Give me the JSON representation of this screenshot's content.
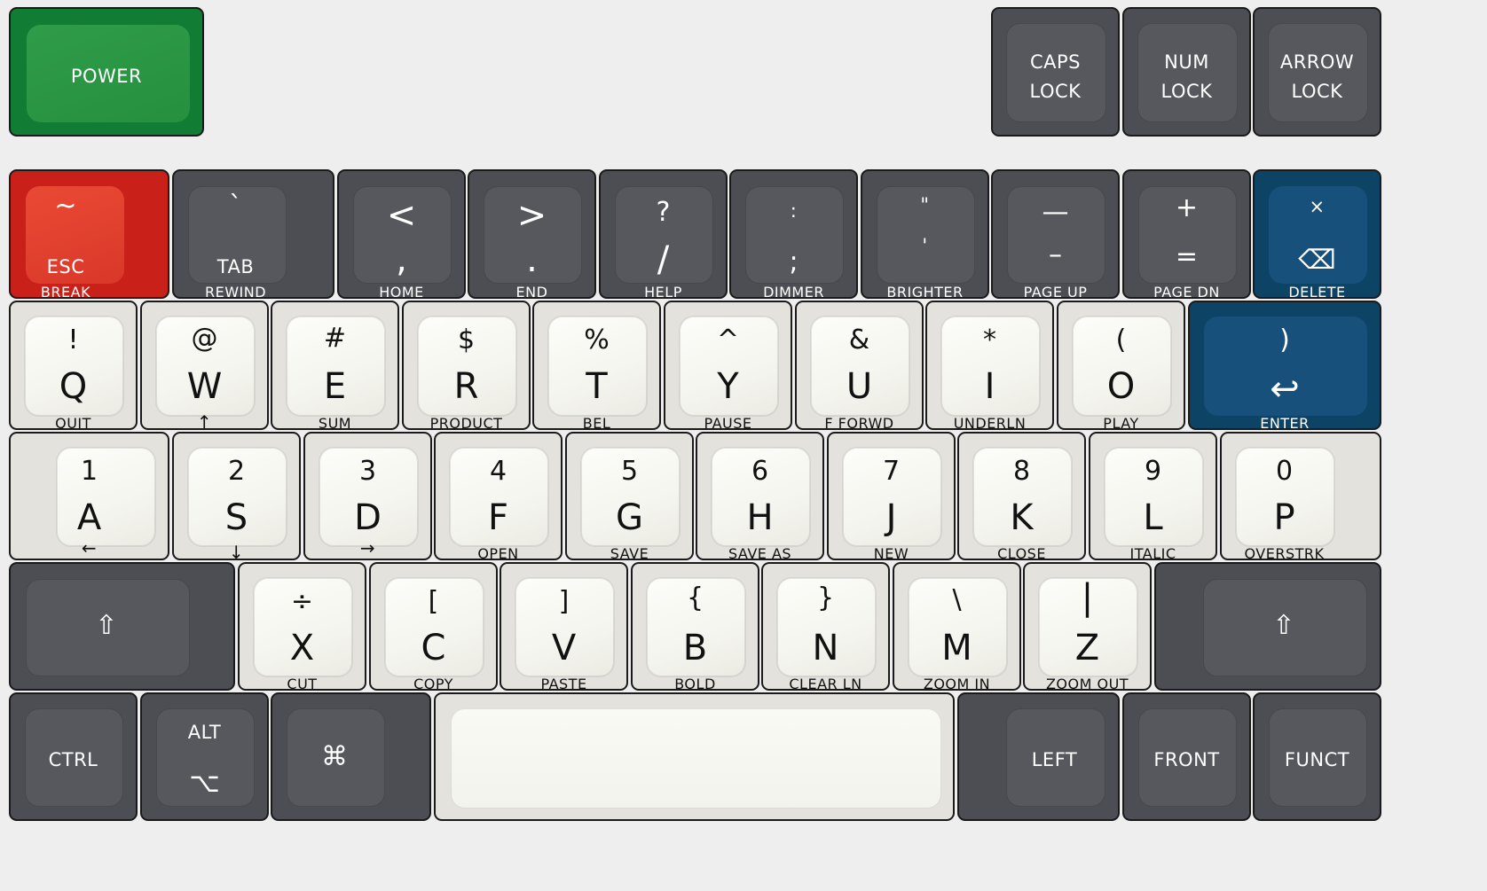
{
  "keyboard": {
    "top": {
      "power": "POWER",
      "caps_lock": [
        "CAPS",
        "LOCK"
      ],
      "num_lock": [
        "NUM",
        "LOCK"
      ],
      "arrow_lock": [
        "ARROW",
        "LOCK"
      ]
    },
    "row1": [
      {
        "top": "~",
        "main": "ESC",
        "bottom": "BREAK"
      },
      {
        "top": "`",
        "main": "TAB",
        "bottom": "REWIND"
      },
      {
        "top": "<",
        "main": ",",
        "bottom": "HOME"
      },
      {
        "top": ">",
        "main": ".",
        "bottom": "END"
      },
      {
        "top": "?",
        "main": "/",
        "bottom": "HELP"
      },
      {
        "top": ":",
        "main": ";",
        "bottom": "DIMMER"
      },
      {
        "top": "\"",
        "main": "'",
        "bottom": "BRIGHTER"
      },
      {
        "top": "—",
        "main": "–",
        "bottom": "PAGE UP"
      },
      {
        "top": "+",
        "main": "=",
        "bottom": "PAGE DN"
      },
      {
        "top": "×",
        "main": "⌫",
        "bottom": "DELETE"
      }
    ],
    "row2": [
      {
        "top": "!",
        "main": "Q",
        "bottom": "QUIT"
      },
      {
        "top": "@",
        "main": "W",
        "bottom": "↑"
      },
      {
        "top": "#",
        "main": "E",
        "bottom": "SUM"
      },
      {
        "top": "$",
        "main": "R",
        "bottom": "PRODUCT"
      },
      {
        "top": "%",
        "main": "T",
        "bottom": "BEL"
      },
      {
        "top": "^",
        "main": "Y",
        "bottom": "PAUSE"
      },
      {
        "top": "&",
        "main": "U",
        "bottom": "F FORWD"
      },
      {
        "top": "*",
        "main": "I",
        "bottom": "UNDERLN"
      },
      {
        "top": "(",
        "main": "O",
        "bottom": "PLAY"
      },
      {
        "top": ")",
        "main": "↩",
        "bottom": "ENTER"
      }
    ],
    "row3": [
      {
        "top": "1",
        "main": "A",
        "bottom": "←"
      },
      {
        "top": "2",
        "main": "S",
        "bottom": "↓"
      },
      {
        "top": "3",
        "main": "D",
        "bottom": "→"
      },
      {
        "top": "4",
        "main": "F",
        "bottom": "OPEN"
      },
      {
        "top": "5",
        "main": "G",
        "bottom": "SAVE"
      },
      {
        "top": "6",
        "main": "H",
        "bottom": "SAVE AS"
      },
      {
        "top": "7",
        "main": "J",
        "bottom": "NEW"
      },
      {
        "top": "8",
        "main": "K",
        "bottom": "CLOSE"
      },
      {
        "top": "9",
        "main": "L",
        "bottom": "ITALIC"
      },
      {
        "top": "0",
        "main": "P",
        "bottom": "OVERSTRK"
      }
    ],
    "row4": [
      {
        "main": "⇧"
      },
      {
        "top": "÷",
        "main": "X",
        "bottom": "CUT"
      },
      {
        "top": "[",
        "main": "C",
        "bottom": "COPY"
      },
      {
        "top": "]",
        "main": "V",
        "bottom": "PASTE"
      },
      {
        "top": "{",
        "main": "B",
        "bottom": "BOLD"
      },
      {
        "top": "}",
        "main": "N",
        "bottom": "CLEAR LN"
      },
      {
        "top": "\\",
        "main": "M",
        "bottom": "ZOOM IN"
      },
      {
        "top": "|",
        "main": "Z",
        "bottom": "ZOOM OUT"
      },
      {
        "main": "⇧"
      }
    ],
    "row5": [
      {
        "main": "CTRL"
      },
      {
        "top": "ALT",
        "main": "⌥"
      },
      {
        "main": "⌘"
      },
      {
        "main": ""
      },
      {
        "main": "LEFT"
      },
      {
        "main": "FRONT"
      },
      {
        "main": "FUNCT"
      }
    ],
    "colors": {
      "background": "#eeeeee",
      "dark_key": "#4c4e53",
      "light_key": "#e3e2dd",
      "red_key": "#c9211a",
      "green_key": "#117c33",
      "blue_key": "#0d4466"
    }
  }
}
